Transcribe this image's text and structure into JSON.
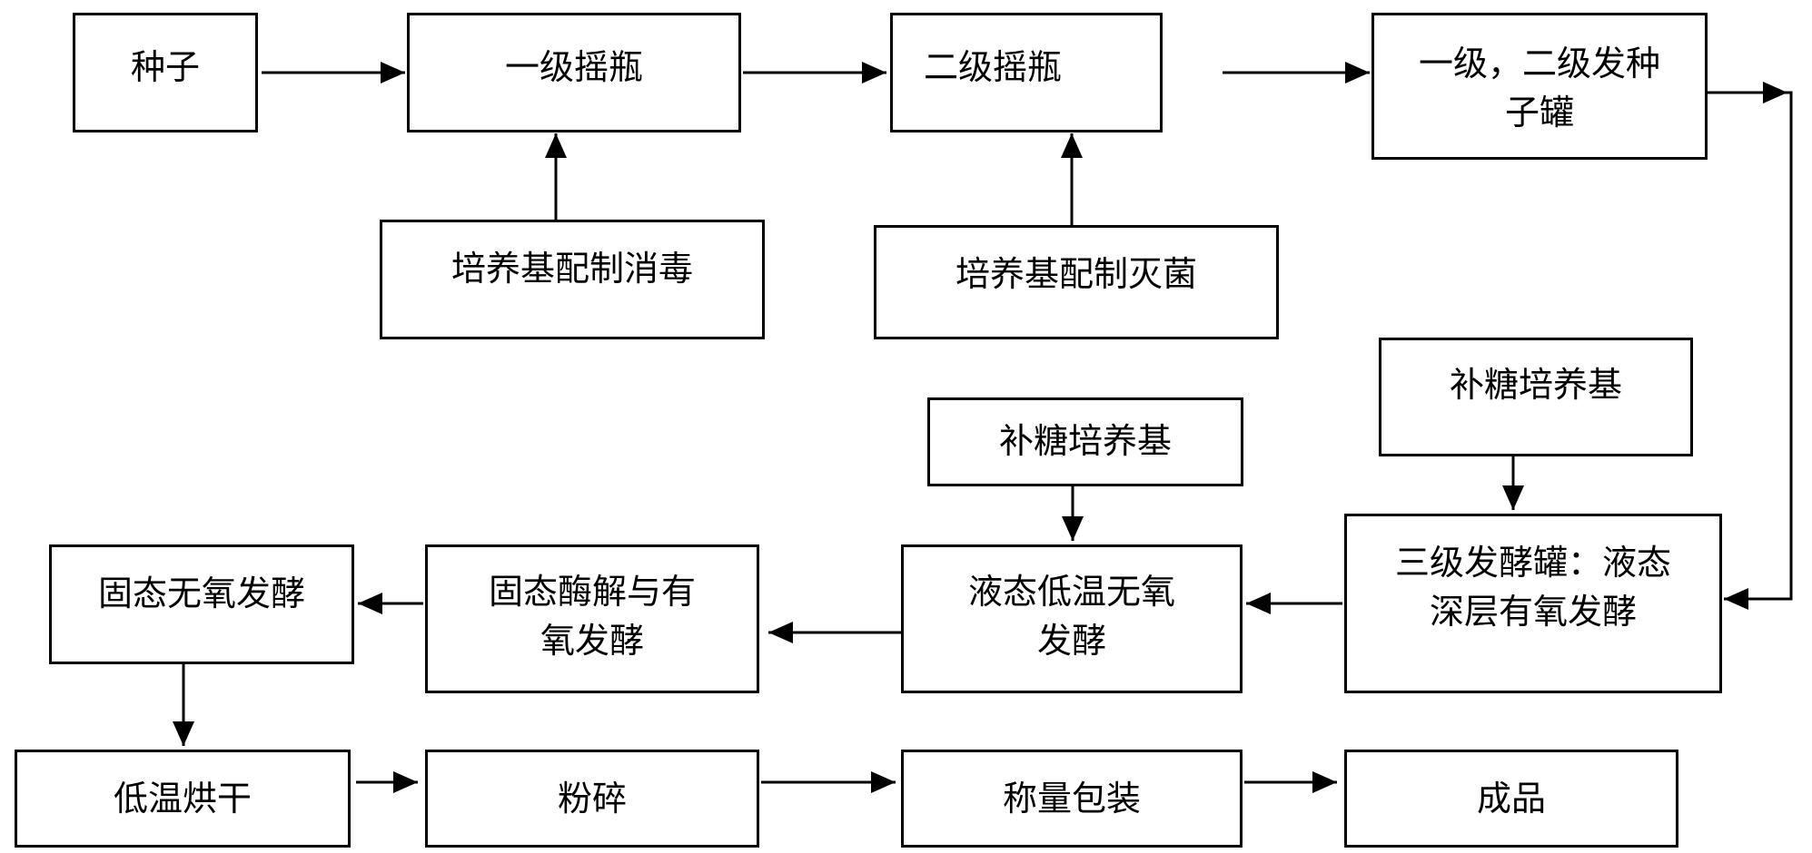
{
  "nodes": {
    "seed": "种子",
    "shake1": "一级摇瓶",
    "shake2": "二级摇瓶",
    "seedtank": "一级，二级发种\n子罐",
    "medium1": "培养基配制消毒",
    "medium2": "培养基配制灭菌",
    "sugar_right": "补糖培养基",
    "sugar_mid": "补糖培养基",
    "tank3": "三级发酵罐：液态\n深层有氧发酵",
    "liquid_low": "液态低温无氧\n发酵",
    "solid_enzyme": "固态酶解与有\n氧发酵",
    "solid_anaer": "固态无氧发酵",
    "dry": "低温烘干",
    "crush": "粉碎",
    "weigh": "称量包装",
    "product": "成品"
  }
}
